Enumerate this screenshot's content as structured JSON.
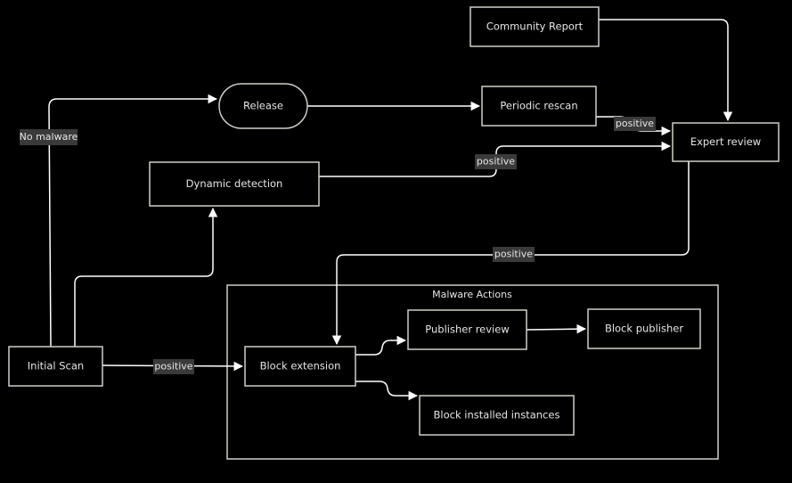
{
  "nodes": {
    "community_report": "Community Report",
    "release": "Release",
    "periodic_rescan": "Periodic rescan",
    "expert_review": "Expert review",
    "dynamic_detection": "Dynamic detection",
    "initial_scan": "Initial Scan",
    "block_extension": "Block extension",
    "publisher_review": "Publisher review",
    "block_publisher": "Block publisher",
    "block_installed_instances": "Block installed instances"
  },
  "groups": {
    "malware_actions": "Malware Actions"
  },
  "edge_labels": {
    "no_malware": "No malware",
    "periodic_to_expert": "positive",
    "dynamic_to_expert": "positive",
    "expert_to_block": "positive",
    "initial_to_block": "positive"
  },
  "colors": {
    "background": "#000000",
    "node_border": "#cfcfc8",
    "edge": "#ffffff",
    "label_background": "#3a3a3a",
    "text": "#e6e6e6"
  }
}
